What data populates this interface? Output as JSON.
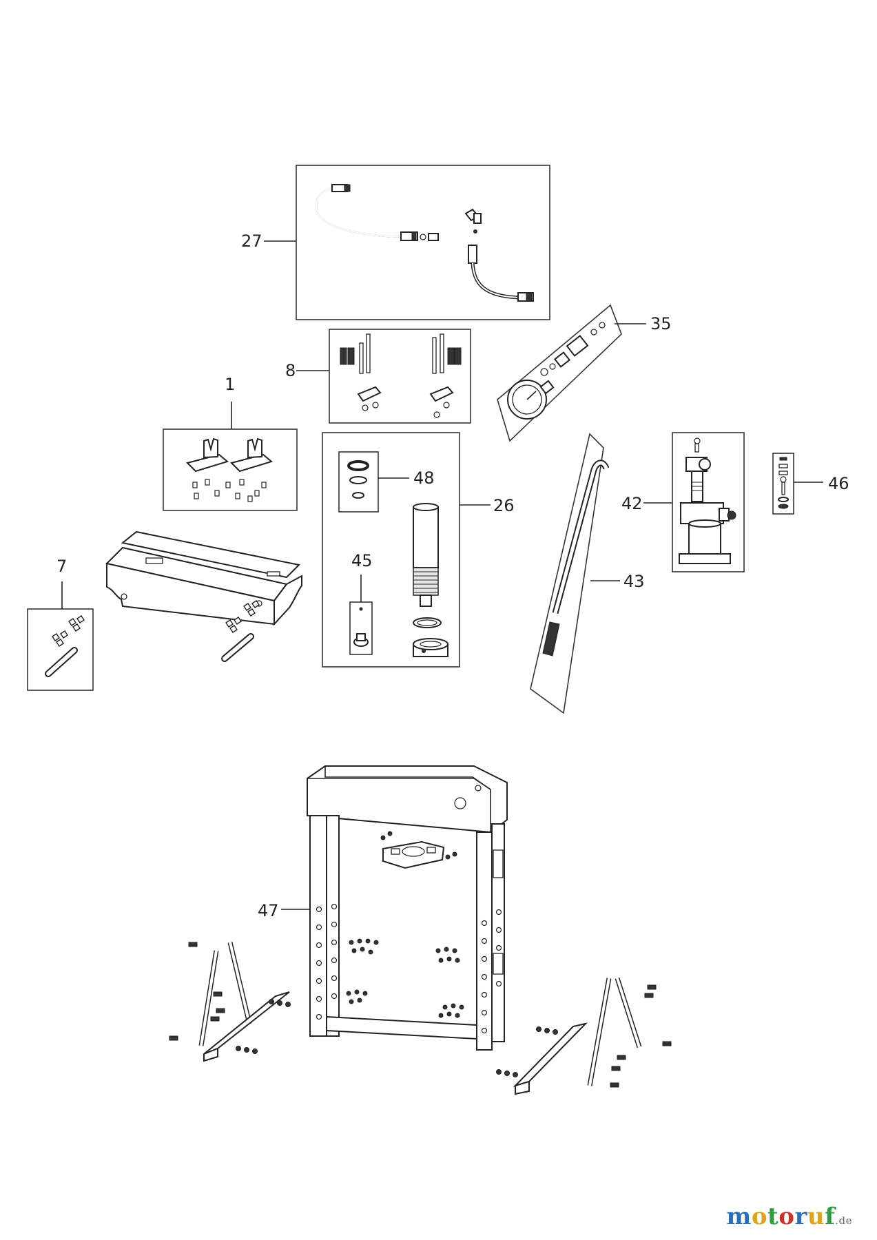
{
  "callouts": {
    "c27": "27",
    "c35": "35",
    "c8": "8",
    "c1": "1",
    "c48": "48",
    "c26": "26",
    "c42": "42",
    "c46": "46",
    "c45": "45",
    "c43": "43",
    "c7": "7",
    "c47": "47"
  },
  "logo": {
    "letters": [
      "m",
      "o",
      "t",
      "o",
      "r",
      "u",
      "f"
    ],
    "letter_colors": [
      "#2a6fb5",
      "#e0a21b",
      "#2f9a3e",
      "#c9342d",
      "#2a6fb5",
      "#e0a21b",
      "#2f9a3e"
    ],
    "suffix": ".de"
  }
}
